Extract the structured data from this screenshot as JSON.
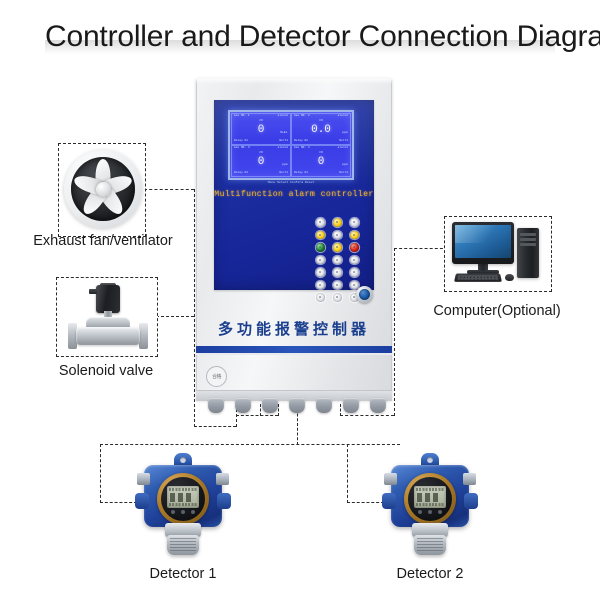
{
  "page": {
    "title": "Controller and Detector Connection Diagram"
  },
  "controller": {
    "name": "Multifunction alarm controller",
    "brand_text_en": "Multifunction alarm controller",
    "brand_text_cn": "多功能报警控制器",
    "badge_label": "合格",
    "display": {
      "footer": "Menu   Select   Confirm   Reset",
      "quadrants": [
        {
          "channel": "CH1",
          "top_left": "Gas NO. 1",
          "top_right": "alarm1",
          "sub": "CO",
          "value": "0",
          "unit": "%LEL",
          "bottom_left": "Relay 01",
          "bottom_right": "Norl1"
        },
        {
          "channel": "CH2",
          "top_left": "Gas NO. 2",
          "top_right": "alarm1",
          "sub": "CO",
          "value": "0.0",
          "unit": "ppm",
          "bottom_left": "Relay 02",
          "bottom_right": "Norl1"
        },
        {
          "channel": "CH3",
          "top_left": "Gas NO. 3",
          "top_right": "alarm1",
          "sub": "CO",
          "value": "0",
          "unit": "ppm",
          "bottom_left": "Relay 03",
          "bottom_right": "Norl1"
        },
        {
          "channel": "CH4",
          "top_left": "Gas NO. 4",
          "top_right": "alarm1",
          "sub": "CO",
          "value": "0",
          "unit": "ppm",
          "bottom_left": "Relay 04",
          "bottom_right": "Norl1"
        }
      ]
    },
    "leds": [
      [
        "white",
        "yellow",
        "white"
      ],
      [
        "yellow",
        "white",
        "yellow"
      ],
      [
        "green",
        "yellow",
        "red"
      ],
      [
        "white",
        "white",
        "white"
      ],
      [
        "white",
        "white",
        "white"
      ],
      [
        "white",
        "white",
        "white"
      ],
      [
        "white",
        "white",
        "white"
      ]
    ],
    "cable_gland_count": 7
  },
  "devices": {
    "exhaust_fan": {
      "label": "Exhaust fan/ventilator"
    },
    "solenoid_valve": {
      "label": "Solenoid valve"
    },
    "computer": {
      "label": "Computer(Optional)"
    },
    "detector_1": {
      "label": "Detector 1"
    },
    "detector_2": {
      "label": "Detector 2"
    }
  },
  "colors": {
    "controller_blue": "#1b2ea0",
    "detector_blue": "#20429a",
    "lcd_blue": "#3a3ce6",
    "accent_yellow": "#f0b428",
    "led_red": "#d61f12",
    "led_green": "#1e7a32",
    "wire": "#2b2b2b",
    "title_text": "#1a1a1a"
  }
}
